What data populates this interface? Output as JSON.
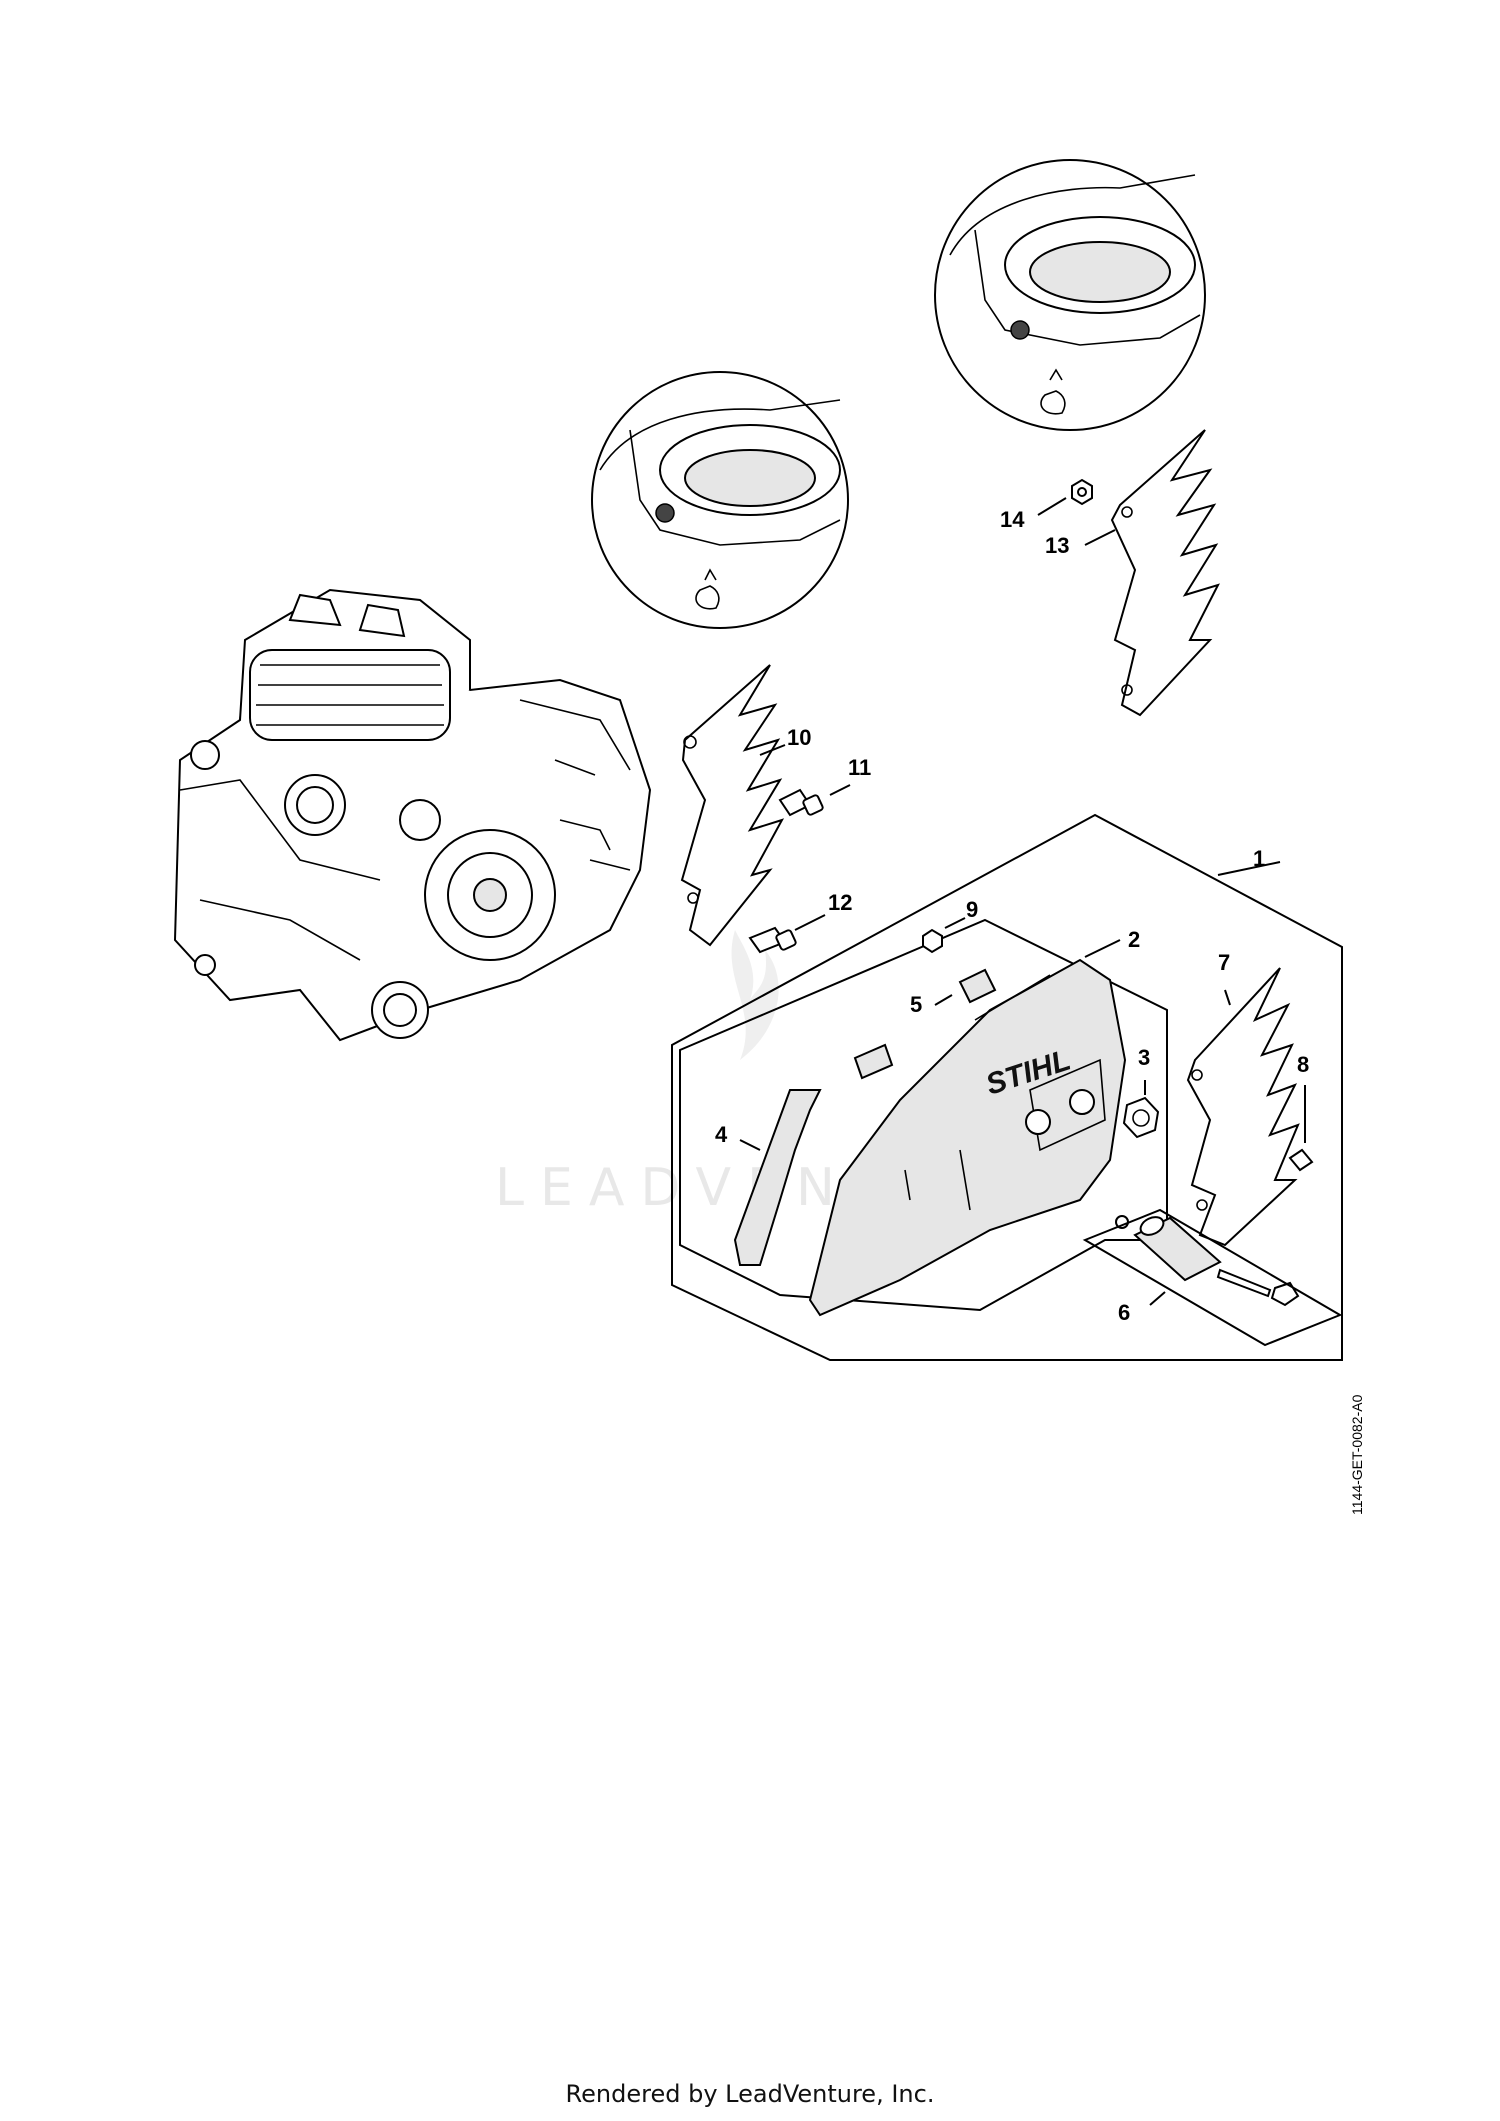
{
  "watermark": {
    "text": "LEADVENTURE"
  },
  "callouts": [
    "1",
    "2",
    "3",
    "4",
    "5",
    "6",
    "7",
    "8",
    "9",
    "10",
    "11",
    "12",
    "13",
    "14"
  ],
  "brand": {
    "label": "STIHL"
  },
  "doc_ref": "1144-GET-0082-A0",
  "footer": "Rendered by LeadVenture, Inc."
}
